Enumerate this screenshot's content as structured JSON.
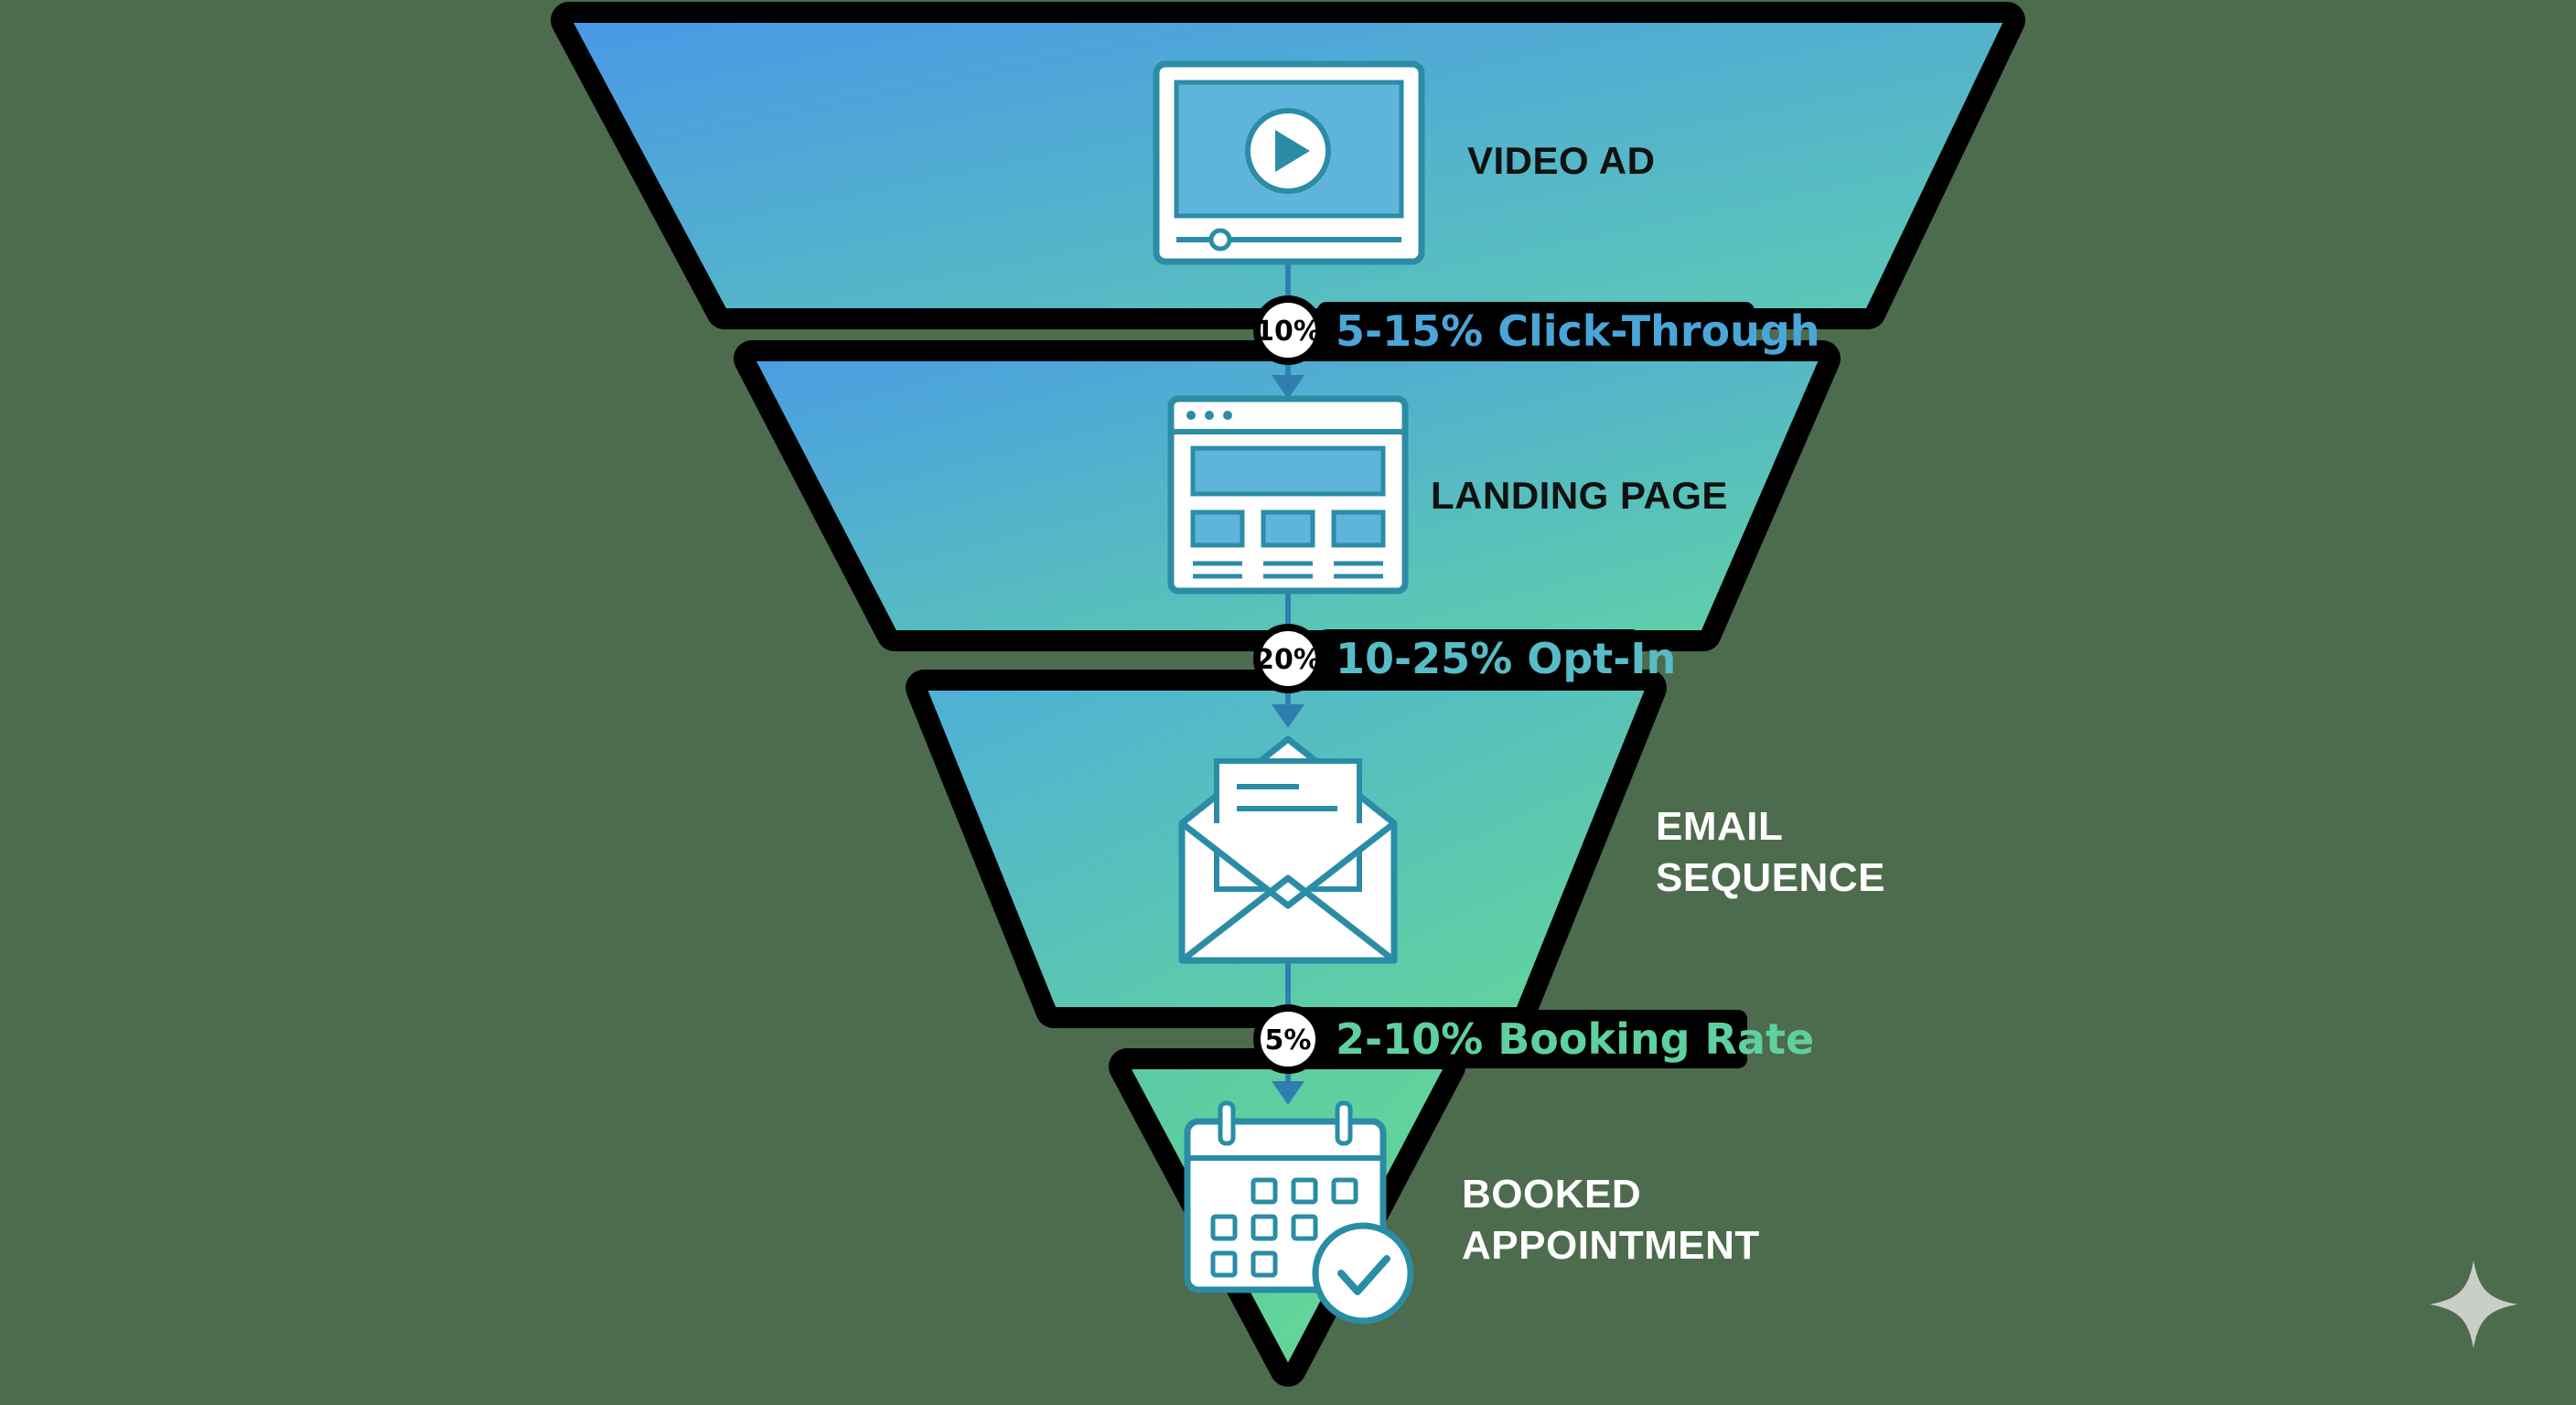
{
  "colors": {
    "background": "#4d6b4d",
    "outline": "#000000",
    "gradient_start": "#4a98e6",
    "gradient_end": "#62d69a",
    "icon_fill": "#ffffff",
    "icon_stroke": "#2a8da5",
    "rate_text_top": "#4aa6d8",
    "rate_text_bottom": "#5fd0a0",
    "watermark": "#c8cfc8"
  },
  "stages": [
    {
      "icon": "video-ad-icon",
      "title_lines": [
        "VIDEO AD"
      ],
      "title_color": "#111111"
    },
    {
      "icon": "landing-page-icon",
      "title_lines": [
        "LANDING PAGE"
      ],
      "title_color": "#111111"
    },
    {
      "icon": "email-envelope-icon",
      "title_lines": [
        "EMAIL",
        "SEQUENCE"
      ],
      "title_color": "#ffffff"
    },
    {
      "icon": "calendar-check-icon",
      "title_lines": [
        "BOOKED",
        "APPOINTMENT"
      ],
      "title_color": "#ffffff"
    }
  ],
  "transitions": [
    {
      "badge": "10%",
      "label": "5-15% Click-Through",
      "color": "#4aa6d8"
    },
    {
      "badge": "20%",
      "label": "10-25% Opt-In",
      "color": "#57bcc6"
    },
    {
      "badge": "5%",
      "label": "2-10% Booking Rate",
      "color": "#5fd0a0"
    }
  ],
  "watermark_icon": "sparkle-icon"
}
